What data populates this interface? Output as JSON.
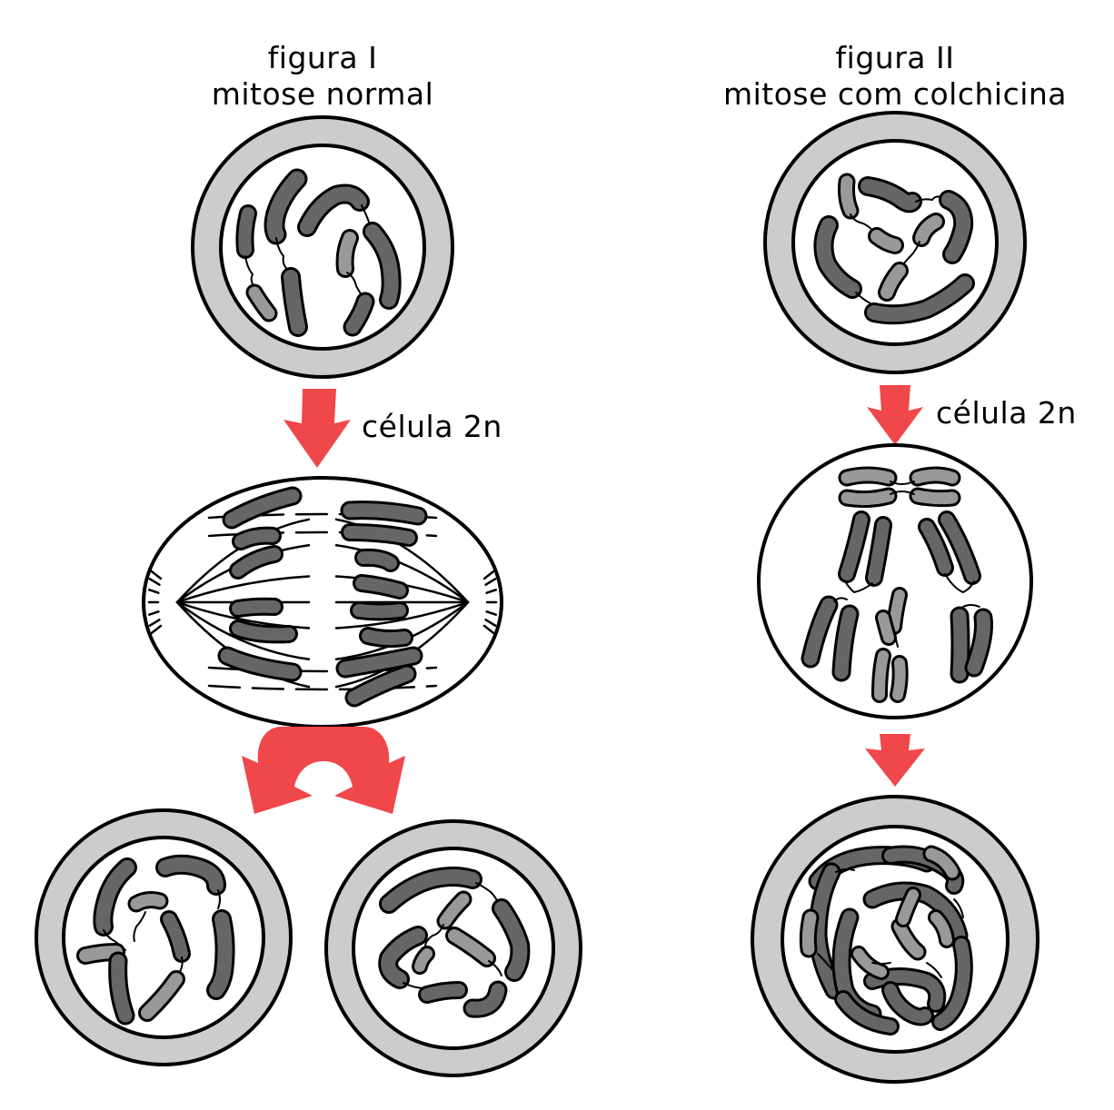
{
  "figure_1": {
    "title": "figura I",
    "subtitle": "mitose normal",
    "arrow_label": "célula 2n"
  },
  "figure_2": {
    "title": "figura II",
    "subtitle": "mitose com colchicina",
    "arrow_label": "célula 2n"
  },
  "colors": {
    "arrow": "#f0474a",
    "cell_wall": "#cccccc",
    "chromosome_dark": "#666666",
    "chromosome_light": "#999999",
    "outline": "#000000",
    "background": "#ffffff"
  }
}
